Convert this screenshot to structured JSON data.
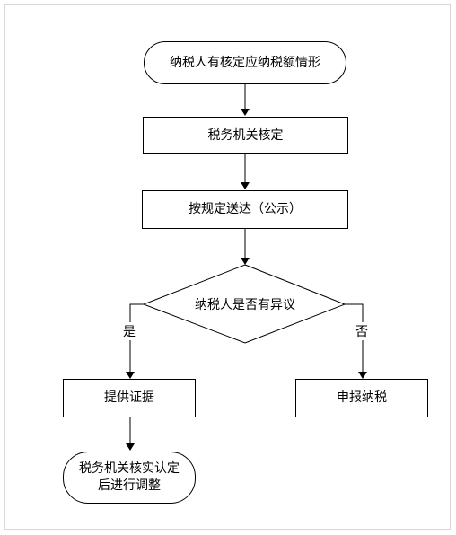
{
  "flowchart": {
    "nodes": {
      "start": {
        "text": "纳税人有核定应纳税额情形"
      },
      "verify": {
        "text": "税务机关核定"
      },
      "deliver": {
        "text": "按规定送达（公示）"
      },
      "decision": {
        "text": "纳税人是否有异议"
      },
      "evidence": {
        "text": "提供证据"
      },
      "declare": {
        "text": "申报纳税"
      },
      "adjust": {
        "line1": "税务机关核实认定",
        "line2": "后进行调整"
      }
    },
    "edges": {
      "yes_label": "是",
      "no_label": "否"
    }
  }
}
